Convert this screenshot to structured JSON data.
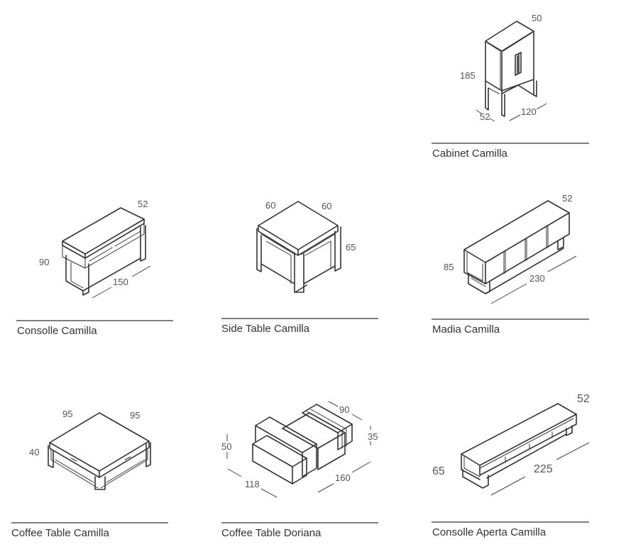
{
  "items": [
    {
      "name": "Cabinet Camilla",
      "dims": [
        "50",
        "185",
        "52",
        "120"
      ]
    },
    {
      "name": "Consolle Camilla",
      "dims": [
        "52",
        "90",
        "150"
      ]
    },
    {
      "name": "Side Table Camilla",
      "dims": [
        "60",
        "60",
        "65"
      ]
    },
    {
      "name": "Madia Camilla",
      "dims": [
        "52",
        "85",
        "230"
      ]
    },
    {
      "name": "Coffee Table Camilla",
      "dims": [
        "95",
        "95",
        "40"
      ]
    },
    {
      "name": "Coffee Table Doriana",
      "dims": [
        "90",
        "35",
        "50",
        "118",
        "160"
      ]
    },
    {
      "name": "Consolle Aperta Camilla",
      "dims": [
        "52",
        "65",
        "225"
      ]
    }
  ]
}
